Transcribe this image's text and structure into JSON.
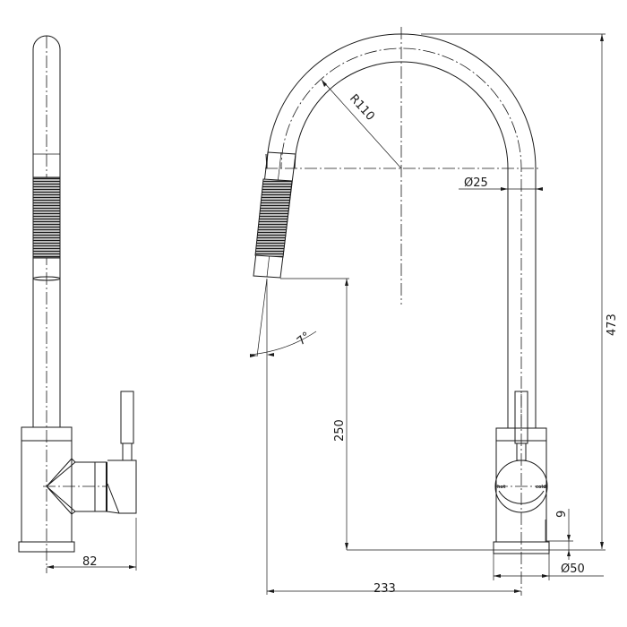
{
  "drawing": {
    "title": "Pull-out kitchen mixer dimensions",
    "dimensions": {
      "side_depth": "82",
      "spout_height": "250",
      "overall_height": "473",
      "reach": "233",
      "base_diameter": "Ø50",
      "base_height": "9",
      "pipe_diameter": "Ø25",
      "bend_radius": "R110",
      "spout_angle": "7°"
    },
    "handle_labels": {
      "hot": "hot",
      "cold": "cold"
    }
  }
}
